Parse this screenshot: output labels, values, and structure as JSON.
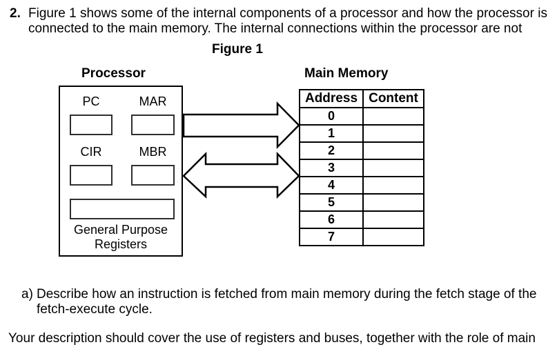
{
  "page": {
    "ink_color": "#000000",
    "paper_color": "#ffffff"
  },
  "question": {
    "number": "2.",
    "line1": "Figure 1 shows some of the internal components of a processor and how the processor is",
    "line2": "connected to the main memory. The internal connections within the processor are not"
  },
  "figure": {
    "title": "Figure 1",
    "processor": {
      "heading": "Processor",
      "registers": [
        {
          "label": "PC"
        },
        {
          "label": "MAR"
        },
        {
          "label": "CIR"
        },
        {
          "label": "MBR"
        }
      ],
      "gpr": {
        "line1": "General Purpose",
        "line2": "Registers"
      }
    },
    "buses": [
      {
        "name": "address-bus",
        "direction": "processor-to-memory"
      },
      {
        "name": "data-bus",
        "direction": "bidirectional"
      }
    ],
    "memory": {
      "heading": "Main Memory",
      "columns": {
        "address": "Address",
        "content": "Content"
      },
      "rows": [
        {
          "address": "0",
          "content": ""
        },
        {
          "address": "1",
          "content": ""
        },
        {
          "address": "2",
          "content": ""
        },
        {
          "address": "3",
          "content": ""
        },
        {
          "address": "4",
          "content": ""
        },
        {
          "address": "5",
          "content": ""
        },
        {
          "address": "6",
          "content": ""
        },
        {
          "address": "7",
          "content": ""
        }
      ]
    }
  },
  "part_a": {
    "label": "a)",
    "line1": "Describe how an instruction is fetched from main memory during the fetch stage of the",
    "line2": "fetch-execute cycle."
  },
  "footer_line": "Your description should cover the use of registers and buses, together with the role of main"
}
